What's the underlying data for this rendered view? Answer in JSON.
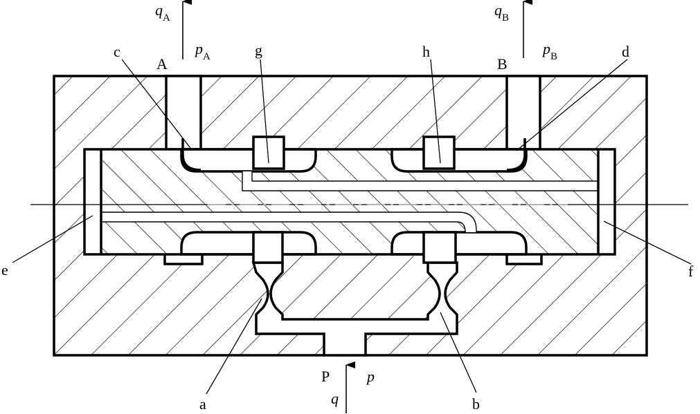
{
  "labels": {
    "qA": "q",
    "qA_sub": "A",
    "pA": "p",
    "pA_sub": "A",
    "A": "A",
    "qB": "q",
    "qB_sub": "B",
    "pB": "p",
    "pB_sub": "B",
    "B": "B",
    "c": "c",
    "g": "g",
    "h": "h",
    "d": "d",
    "e": "e",
    "f": "f",
    "a": "a",
    "b": "b",
    "P": "P",
    "p": "p",
    "q": "q"
  }
}
